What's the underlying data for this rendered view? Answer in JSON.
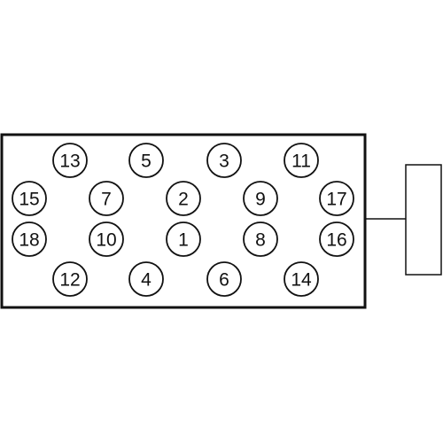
{
  "diagram": {
    "rows": [
      [
        "13",
        "5",
        "3",
        "11"
      ],
      [
        "15",
        "7",
        "2",
        "9",
        "17"
      ],
      [
        "18",
        "10",
        "1",
        "8",
        "16"
      ],
      [
        "12",
        "4",
        "6",
        "14"
      ]
    ]
  }
}
